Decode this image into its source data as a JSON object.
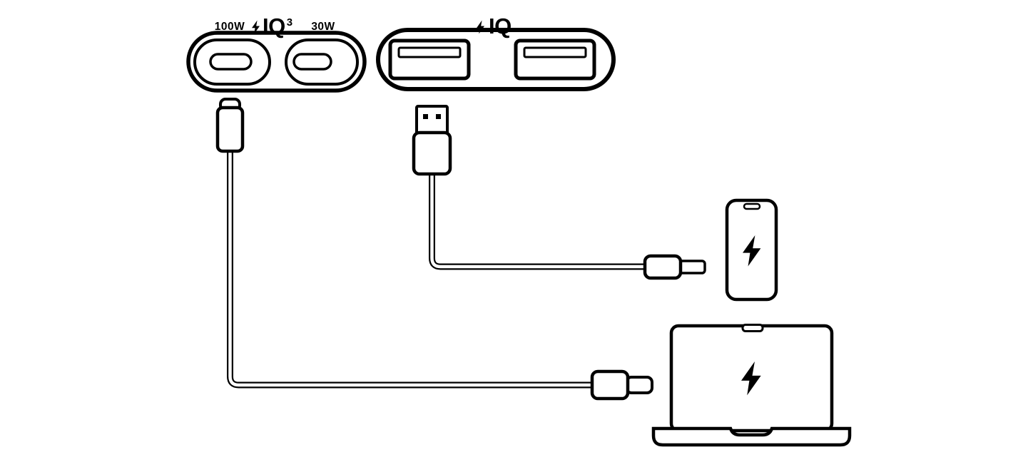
{
  "colors": {
    "ink": "#000000",
    "background": "#ffffff"
  },
  "usbc_charger": {
    "port1_label": "100W",
    "port2_label": "30W",
    "logo": {
      "bolt_icon": "lightning-bolt",
      "name": "IQ",
      "superscript": "3"
    },
    "ports": [
      "usb-c-100w",
      "usb-c-30w"
    ]
  },
  "usba_charger": {
    "logo": {
      "bolt_icon": "lightning-bolt",
      "name": "IQ"
    },
    "ports": [
      "usb-a-1",
      "usb-a-2"
    ]
  },
  "cables": [
    {
      "from_port": "usb-c-100w",
      "plug": "usb-c",
      "to_device": "laptop"
    },
    {
      "from_port": "usb-a-1",
      "plug": "lightning",
      "to_device": "phone"
    }
  ],
  "devices": {
    "phone": {
      "status_icon": "lightning-bolt"
    },
    "laptop": {
      "status_icon": "lightning-bolt"
    }
  }
}
